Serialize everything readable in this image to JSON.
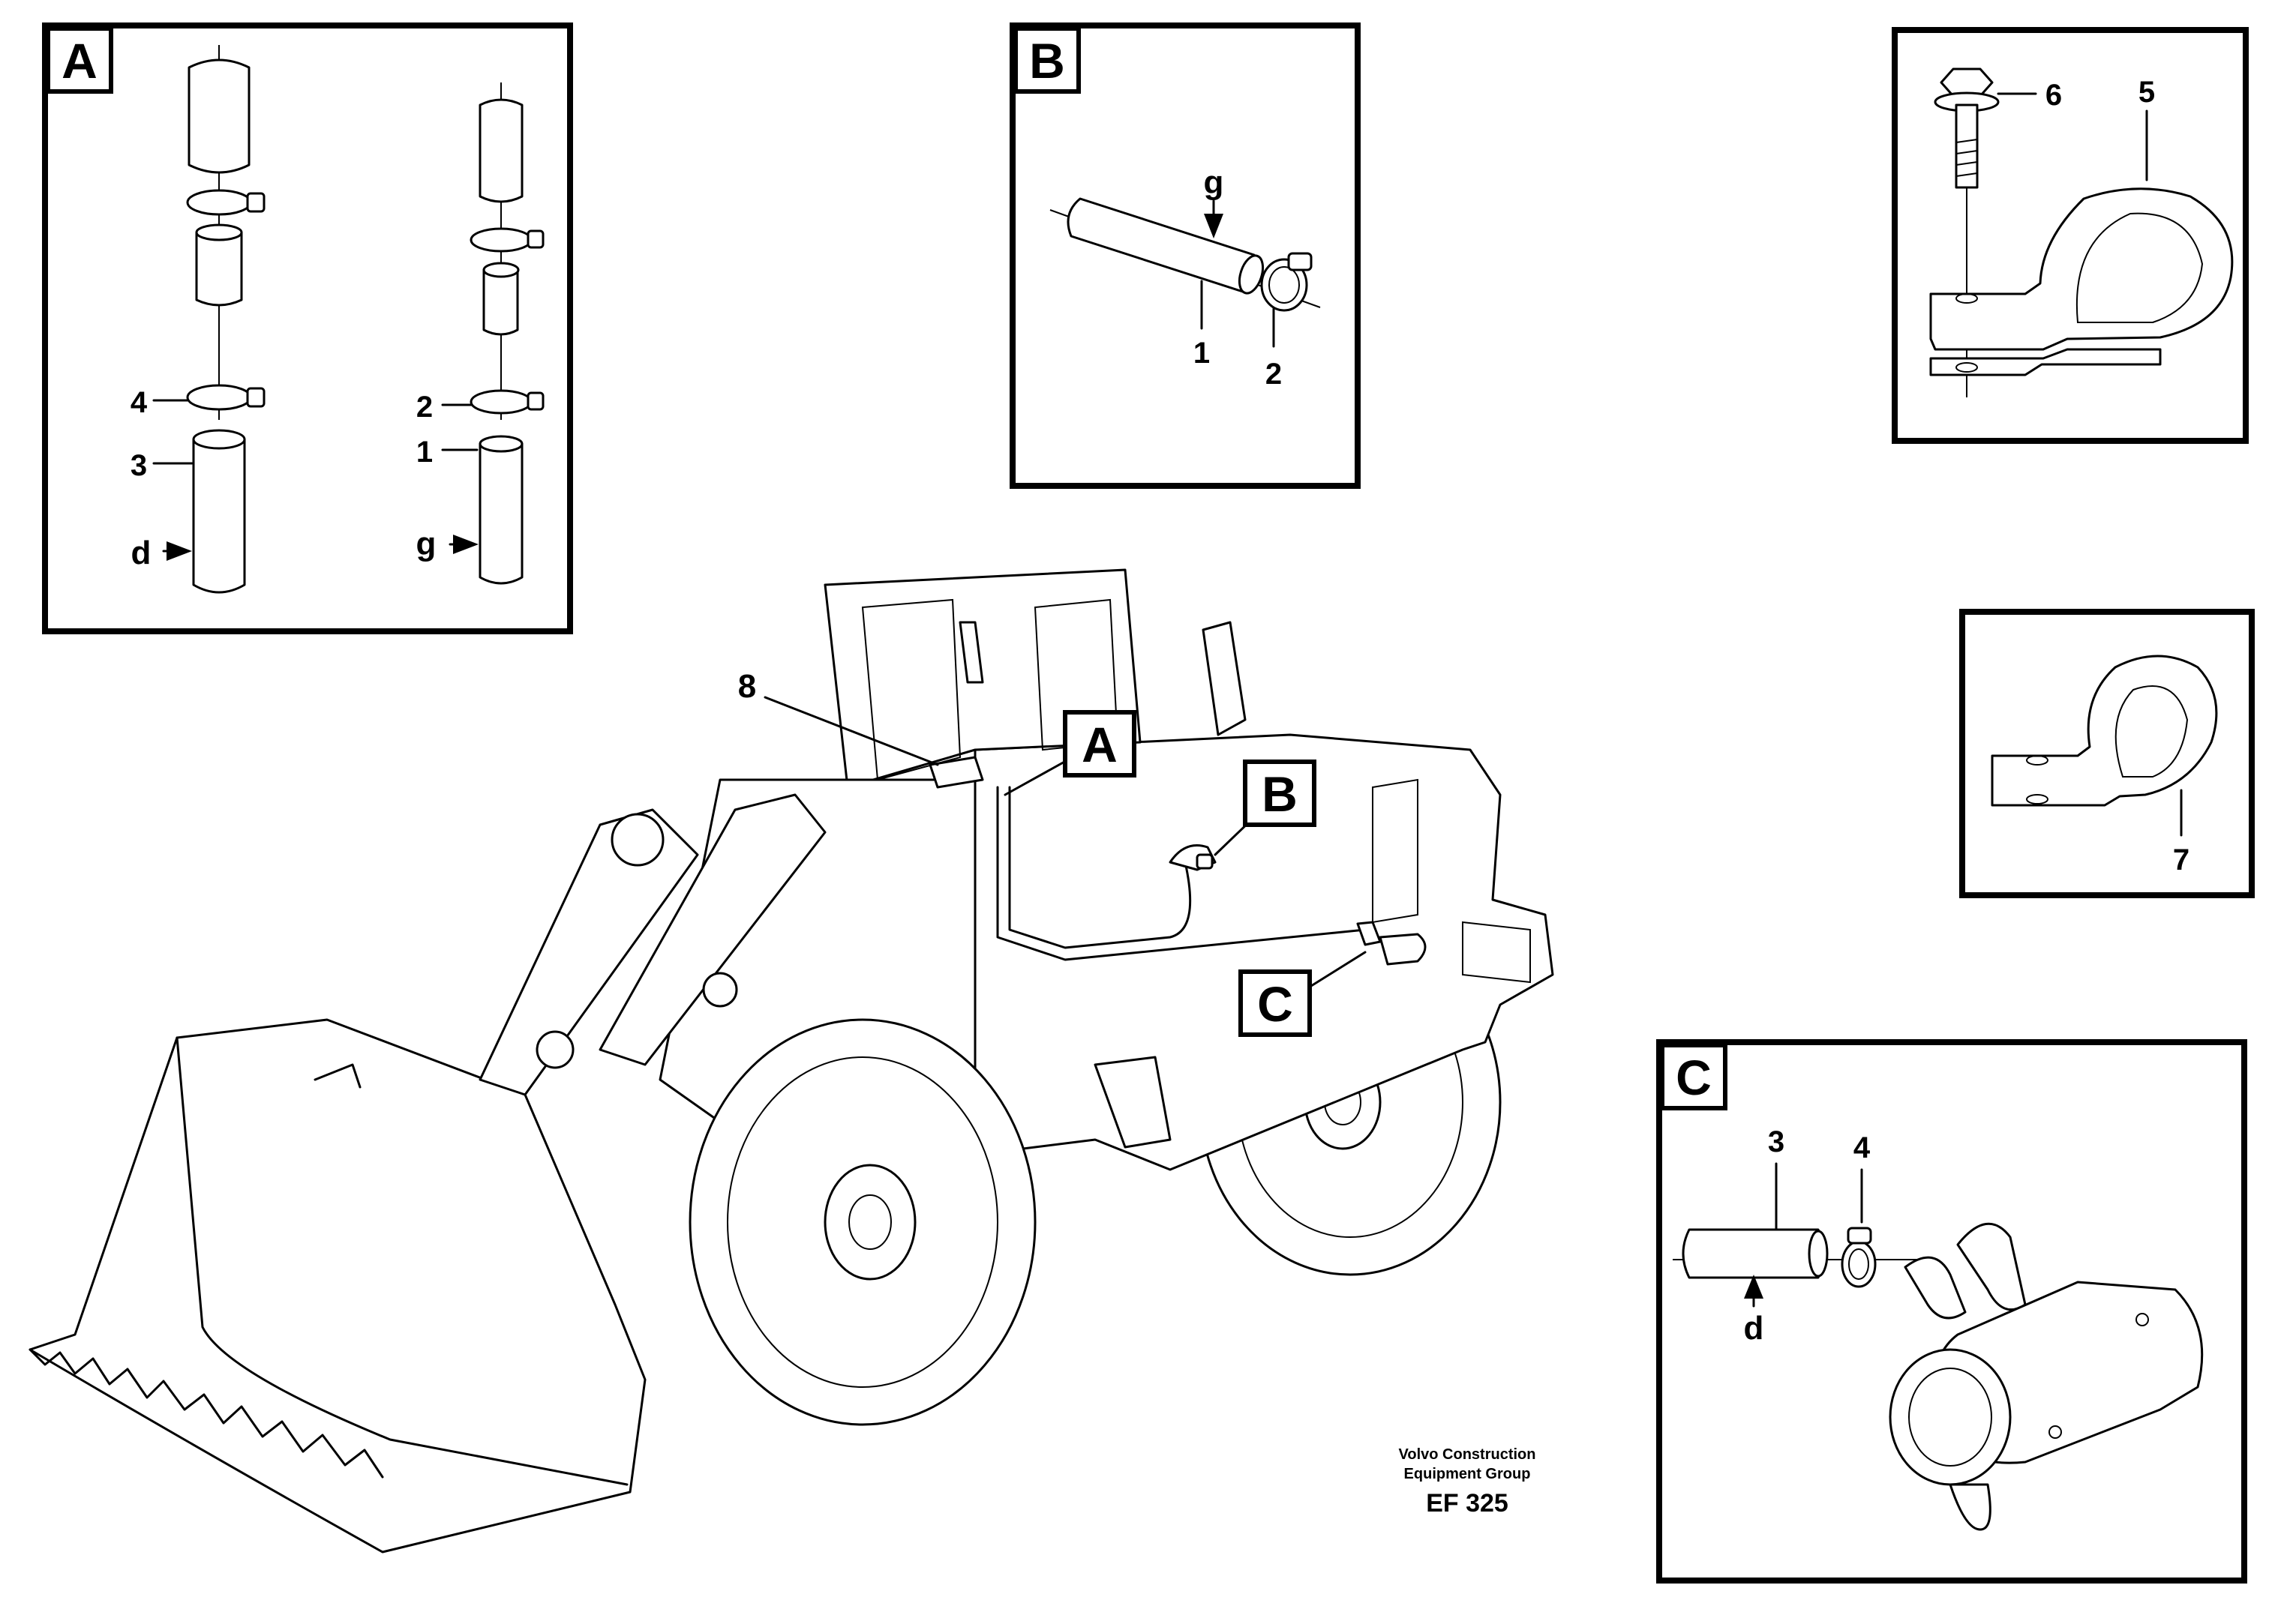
{
  "panels": {
    "A": {
      "letter": "A",
      "labels": {
        "left_clamp": "4",
        "left_hose": "3",
        "left_dir": "d",
        "right_clamp": "2",
        "right_hose": "1",
        "right_dir": "g"
      }
    },
    "B": {
      "letter": "B",
      "labels": {
        "flow": "g",
        "hose": "1",
        "clamp": "2"
      }
    },
    "C": {
      "letter": "C",
      "labels": {
        "hose": "3",
        "clamp": "4",
        "flow": "d"
      }
    },
    "clip_top": {
      "labels": {
        "screw": "6",
        "clip": "5"
      }
    },
    "clip_mid": {
      "labels": {
        "clip": "7"
      }
    }
  },
  "machine": {
    "callouts": {
      "pipe": "8",
      "A": "A",
      "B": "B",
      "C": "C"
    }
  },
  "footer": {
    "company_line1": "Volvo Construction",
    "company_line2": "Equipment Group",
    "figure_code": "EF 325"
  }
}
